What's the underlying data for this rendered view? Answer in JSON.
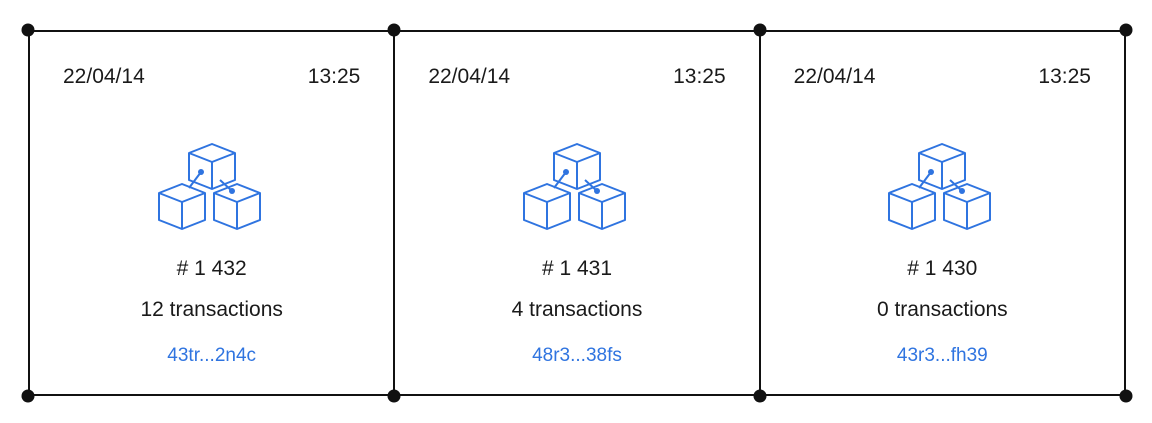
{
  "blocks": [
    {
      "date": "22/04/14",
      "time": "13:25",
      "height": "# 1 432",
      "transactions": "12 transactions",
      "hash": "43tr...2n4c"
    },
    {
      "date": "22/04/14",
      "time": "13:25",
      "height": "# 1 431",
      "transactions": "4 transactions",
      "hash": "48r3...38fs"
    },
    {
      "date": "22/04/14",
      "time": "13:25",
      "height": "# 1 430",
      "transactions": "0 transactions",
      "hash": "43r3...fh39"
    }
  ],
  "icon": "blocks-cubes-icon",
  "colors": {
    "accent": "#2f74e0",
    "border": "#111111",
    "text": "#1a1a1a"
  }
}
